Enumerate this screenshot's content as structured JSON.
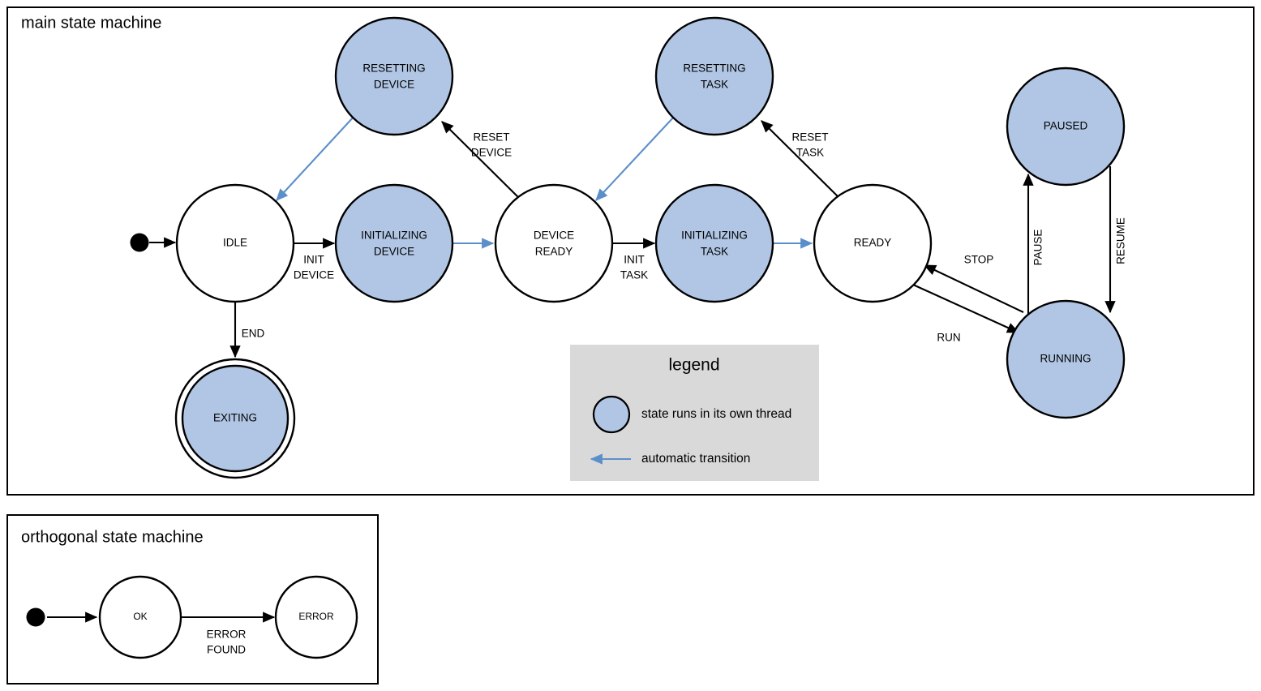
{
  "colors": {
    "thread_state_fill": "#B1C6E4",
    "plain_state_fill": "#FFFFFF",
    "stroke": "#000000",
    "auto_transition": "#5B8FC9",
    "legend_background": "#D9D9D9",
    "page_background": "#FFFFFF"
  },
  "main_machine": {
    "title": "main state machine",
    "states": [
      {
        "id": "idle",
        "label": "IDLE",
        "label_lines": [
          "IDLE"
        ],
        "thread": false,
        "final": false
      },
      {
        "id": "resetting-device",
        "label": "RESETTING DEVICE",
        "label_lines": [
          "RESETTING",
          "DEVICE"
        ],
        "thread": true,
        "final": false
      },
      {
        "id": "initializing-device",
        "label": "INITIALIZING DEVICE",
        "label_lines": [
          "INITIALIZING",
          "DEVICE"
        ],
        "thread": true,
        "final": false
      },
      {
        "id": "device-ready",
        "label": "DEVICE READY",
        "label_lines": [
          "DEVICE",
          "READY"
        ],
        "thread": false,
        "final": false
      },
      {
        "id": "resetting-task",
        "label": "RESETTING TASK",
        "label_lines": [
          "RESETTING",
          "TASK"
        ],
        "thread": true,
        "final": false
      },
      {
        "id": "initializing-task",
        "label": "INITIALIZING TASK",
        "label_lines": [
          "INITIALIZING",
          "TASK"
        ],
        "thread": true,
        "final": false
      },
      {
        "id": "ready",
        "label": "READY",
        "label_lines": [
          "READY"
        ],
        "thread": false,
        "final": false
      },
      {
        "id": "paused",
        "label": "PAUSED",
        "label_lines": [
          "PAUSED"
        ],
        "thread": true,
        "final": false
      },
      {
        "id": "running",
        "label": "RUNNING",
        "label_lines": [
          "RUNNING"
        ],
        "thread": true,
        "final": false
      },
      {
        "id": "exiting",
        "label": "EXITING",
        "label_lines": [
          "EXITING"
        ],
        "thread": true,
        "final": true
      }
    ],
    "transitions": [
      {
        "id": "start-idle",
        "from": "initial",
        "to": "idle",
        "label": "",
        "label_lines": [],
        "automatic": false
      },
      {
        "id": "idle-init-device",
        "from": "idle",
        "to": "initializing-device",
        "label": "INIT DEVICE",
        "label_lines": [
          "INIT",
          "DEVICE"
        ],
        "automatic": false
      },
      {
        "id": "initdev-devready",
        "from": "initializing-device",
        "to": "device-ready",
        "label": "",
        "label_lines": [],
        "automatic": true
      },
      {
        "id": "devready-resetdev",
        "from": "device-ready",
        "to": "resetting-device",
        "label": "RESET DEVICE",
        "label_lines": [
          "RESET",
          "DEVICE"
        ],
        "automatic": false
      },
      {
        "id": "resetdev-idle",
        "from": "resetting-device",
        "to": "idle",
        "label": "",
        "label_lines": [],
        "automatic": true
      },
      {
        "id": "idle-exiting",
        "from": "idle",
        "to": "exiting",
        "label": "END",
        "label_lines": [
          "END"
        ],
        "automatic": false
      },
      {
        "id": "devready-init-task",
        "from": "device-ready",
        "to": "initializing-task",
        "label": "INIT TASK",
        "label_lines": [
          "INIT",
          "TASK"
        ],
        "automatic": false
      },
      {
        "id": "inittask-ready",
        "from": "initializing-task",
        "to": "ready",
        "label": "",
        "label_lines": [],
        "automatic": true
      },
      {
        "id": "ready-resettask",
        "from": "ready",
        "to": "resetting-task",
        "label": "RESET TASK",
        "label_lines": [
          "RESET",
          "TASK"
        ],
        "automatic": false
      },
      {
        "id": "resettask-devready",
        "from": "resetting-task",
        "to": "device-ready",
        "label": "",
        "label_lines": [],
        "automatic": true
      },
      {
        "id": "ready-running",
        "from": "ready",
        "to": "running",
        "label": "RUN",
        "label_lines": [
          "RUN"
        ],
        "automatic": false
      },
      {
        "id": "running-ready",
        "from": "running",
        "to": "ready",
        "label": "STOP",
        "label_lines": [
          "STOP"
        ],
        "automatic": false
      },
      {
        "id": "running-paused",
        "from": "running",
        "to": "paused",
        "label": "PAUSE",
        "label_lines": [
          "PAUSE"
        ],
        "automatic": false
      },
      {
        "id": "paused-running",
        "from": "paused",
        "to": "running",
        "label": "RESUME",
        "label_lines": [
          "RESUME"
        ],
        "automatic": false
      }
    ]
  },
  "legend": {
    "title": "legend",
    "items": [
      {
        "id": "thread-state",
        "symbol": "filled-circle",
        "text": "state runs in its own thread"
      },
      {
        "id": "automatic-transition",
        "symbol": "left-arrow",
        "text": "automatic transition"
      }
    ]
  },
  "orthogonal_machine": {
    "title": "orthogonal state machine",
    "states": [
      {
        "id": "ok",
        "label": "OK",
        "label_lines": [
          "OK"
        ],
        "thread": false,
        "final": false
      },
      {
        "id": "error",
        "label": "ERROR",
        "label_lines": [
          "ERROR"
        ],
        "thread": false,
        "final": false
      }
    ],
    "transitions": [
      {
        "id": "start-ok",
        "from": "initial",
        "to": "ok",
        "label": "",
        "label_lines": [],
        "automatic": false
      },
      {
        "id": "ok-error",
        "from": "ok",
        "to": "error",
        "label": "ERROR FOUND",
        "label_lines": [
          "ERROR",
          "FOUND"
        ],
        "automatic": false
      }
    ]
  }
}
